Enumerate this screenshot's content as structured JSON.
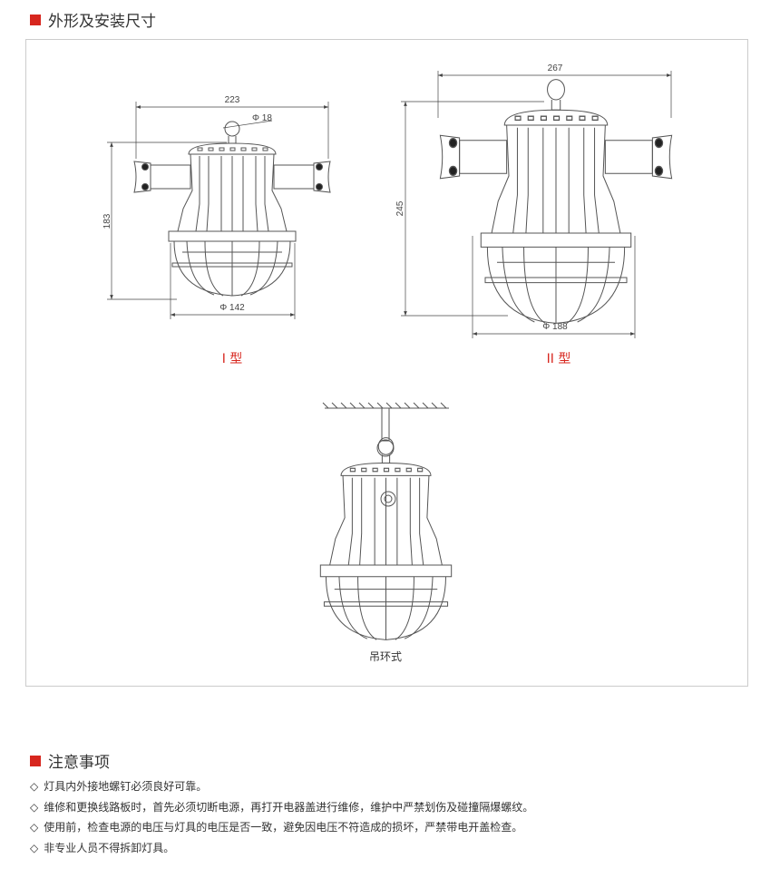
{
  "section1": {
    "title": "外形及安装尺寸"
  },
  "type1": {
    "label": "I 型",
    "width": "223",
    "height": "183",
    "eyelet": "Φ 18",
    "diameter": "Φ 142"
  },
  "type2": {
    "label": "II 型",
    "width": "267",
    "height": "245",
    "diameter": "Φ 188"
  },
  "hanging": {
    "label": "吊环式"
  },
  "section2": {
    "title": "注意事项"
  },
  "notes": {
    "marker": "◇",
    "items": [
      "灯具内外接地螺钉必须良好可靠。",
      "维修和更换线路板时，首先必须切断电源，再打开电器盖进行维修，维护中严禁划伤及碰撞隔爆螺纹。",
      "使用前，检查电源的电压与灯具的电压是否一致，避免因电压不符造成的损坏，严禁带电开盖检查。",
      "非专业人员不得拆卸灯具。"
    ]
  },
  "colors": {
    "accent": "#d7261e",
    "line": "#555555"
  }
}
